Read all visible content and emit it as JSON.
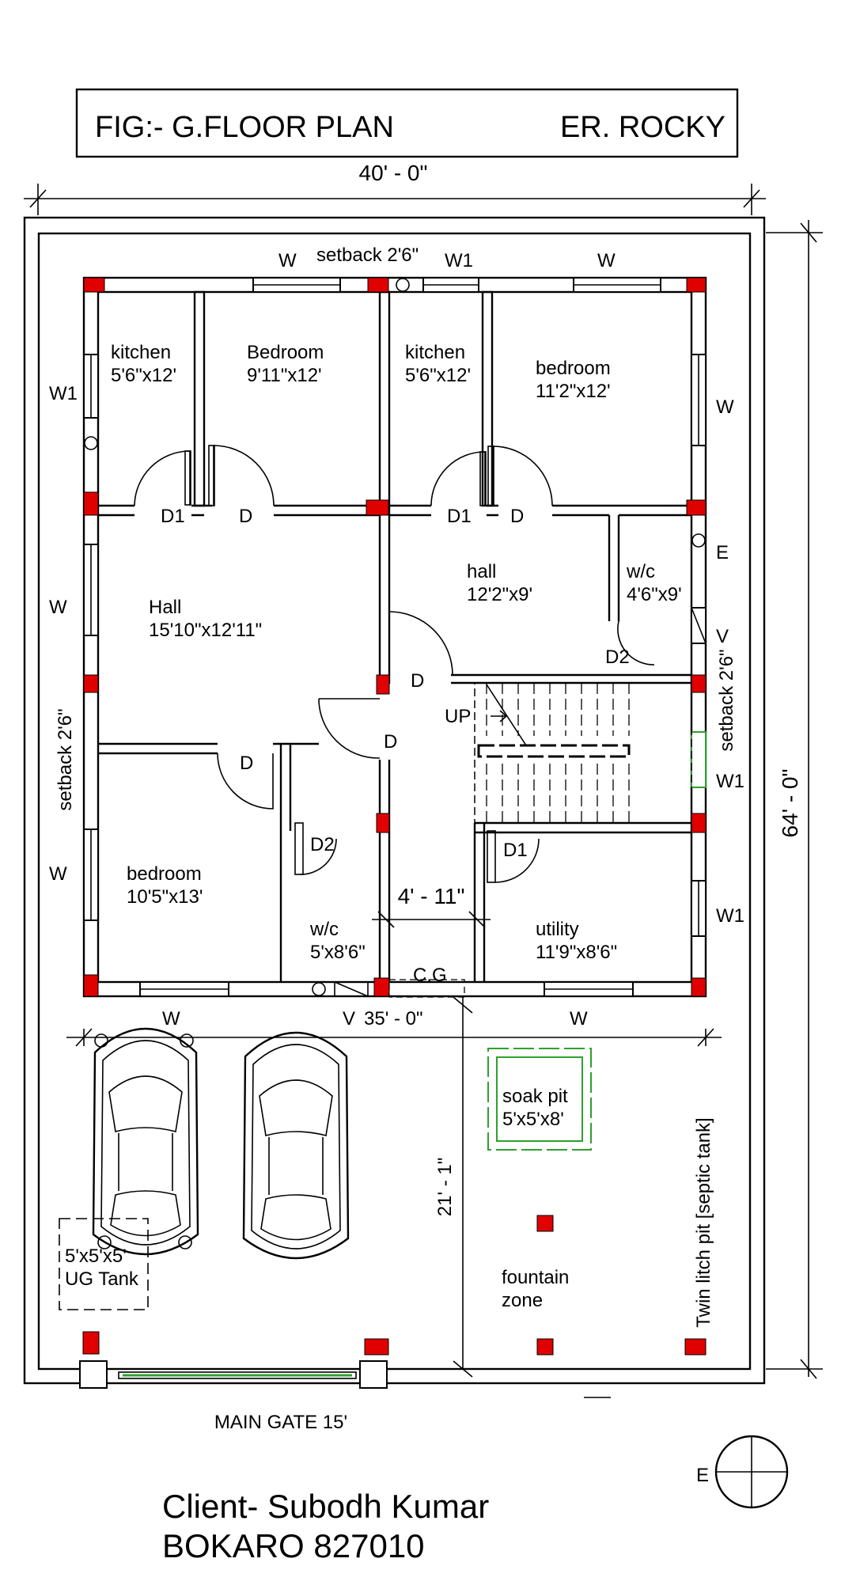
{
  "title": {
    "fig": "FIG:- G.FLOOR PLAN",
    "author": "ER. ROCKY"
  },
  "dimensions": {
    "width": "40' - 0\"",
    "depth": "64' - 0\"",
    "inner": "4' - 11\"",
    "front": "35' - 0\"",
    "parking": "21' - 1\""
  },
  "setbacks": {
    "top": "setback 2'6\"",
    "left": "setback 2'6\"",
    "right": "setback 2'6\""
  },
  "rooms": {
    "kitchen1": {
      "name": "kitchen",
      "size": "5'6\"x12'"
    },
    "bedroom1": {
      "name": "Bedroom",
      "size": "9'11\"x12'"
    },
    "kitchen2": {
      "name": "kitchen",
      "size": "5'6\"x12'"
    },
    "bedroom2": {
      "name": "bedroom",
      "size": "11'2\"x12'"
    },
    "hall1": {
      "name": "Hall",
      "size": "15'10\"x12'11\""
    },
    "hall2": {
      "name": "hall",
      "size": "12'2\"x9'"
    },
    "wc1": {
      "name": "w/c",
      "size": "4'6\"x9'"
    },
    "bedroom3": {
      "name": "bedroom",
      "size": "10'5\"x13'"
    },
    "wc2": {
      "name": "w/c",
      "size": "5'x8'6\""
    },
    "utility": {
      "name": "utility",
      "size": "11'9\"x8'6\""
    }
  },
  "labels": {
    "w": "W",
    "w1": "W1",
    "d": "D",
    "d1": "D1",
    "d2": "D2",
    "e": "E",
    "v": "V",
    "up": "UP",
    "cg": "C.G"
  },
  "site": {
    "soak_pit": {
      "name": "soak pit",
      "size": "5'x5'x8'"
    },
    "ug_tank": {
      "size": "5'x5'x5'",
      "name": "UG Tank"
    },
    "fountain": {
      "line1": "fountain",
      "line2": "zone"
    },
    "septic": "Twin litch pit [septic tank]",
    "gate": "MAIN GATE 15'"
  },
  "client": {
    "name": "Client- Subodh Kumar",
    "address": "BOKARO 827010"
  },
  "compass": {
    "label": "E"
  },
  "colors": {
    "column": "#e00000",
    "soak_pit": "#2ea02e",
    "gate": "#2ea02e",
    "line": "#000000"
  }
}
